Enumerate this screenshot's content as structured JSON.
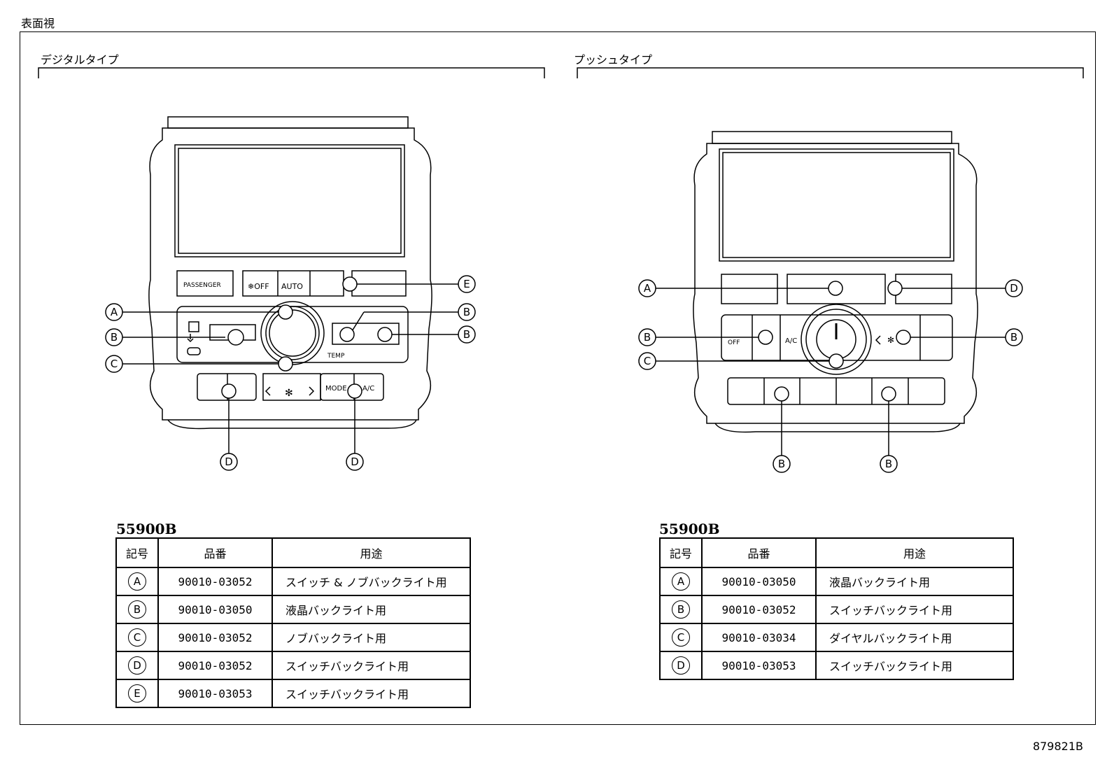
{
  "page_title": "表面視",
  "left": {
    "section_title": "デジタルタイプ",
    "panel": {
      "passenger_label": "PASSENGER",
      "off_label": "❄OFF",
      "auto_label": "AUTO",
      "temp_label": "TEMP",
      "mode_label": "MODE",
      "ac_label": "A/C"
    },
    "callouts": [
      "A",
      "B",
      "C",
      "B",
      "B",
      "E",
      "D",
      "D"
    ],
    "part_heading": "55900B",
    "table": {
      "headers": [
        "記号",
        "品番",
        "用途"
      ],
      "rows": [
        {
          "sym": "A",
          "num": "90010-03052",
          "use": "スイッチ & ノブバックライト用"
        },
        {
          "sym": "B",
          "num": "90010-03050",
          "use": "液晶バックライト用"
        },
        {
          "sym": "C",
          "num": "90010-03052",
          "use": "ノブバックライト用"
        },
        {
          "sym": "D",
          "num": "90010-03052",
          "use": "スイッチバックライト用"
        },
        {
          "sym": "E",
          "num": "90010-03053",
          "use": "スイッチバックライト用"
        }
      ]
    }
  },
  "right": {
    "section_title": "プッシュタイプ",
    "panel": {
      "ac_label": "A/C",
      "off_label": "OFF"
    },
    "callouts": [
      "A",
      "B",
      "C",
      "D",
      "B",
      "B",
      "B"
    ],
    "part_heading": "55900B",
    "table": {
      "headers": [
        "記号",
        "品番",
        "用途"
      ],
      "rows": [
        {
          "sym": "A",
          "num": "90010-03050",
          "use": "液晶バックライト用"
        },
        {
          "sym": "B",
          "num": "90010-03052",
          "use": "スイッチバックライト用"
        },
        {
          "sym": "C",
          "num": "90010-03034",
          "use": "ダイヤルバックライト用"
        },
        {
          "sym": "D",
          "num": "90010-03053",
          "use": "スイッチバックライト用"
        }
      ]
    }
  },
  "figure_id": "879821B"
}
